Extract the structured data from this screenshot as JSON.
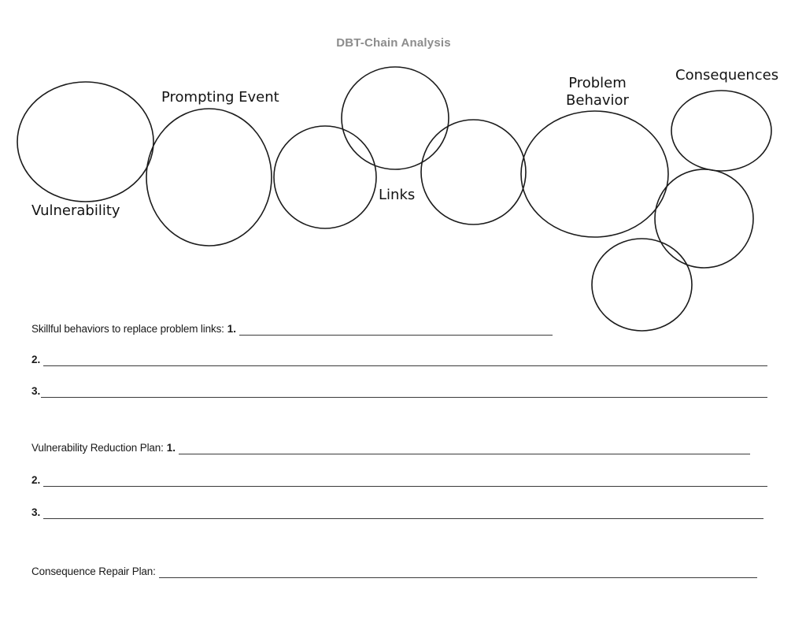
{
  "document": {
    "title": "DBT-Chain Analysis",
    "title_color": "#8c8c8c",
    "background_color": "#ffffff",
    "ink_color": "#131313"
  },
  "diagram": {
    "type": "chain-of-circles",
    "labels": [
      {
        "name": "vulnerability",
        "text": "Vulnerability"
      },
      {
        "name": "prompting-event",
        "text": "Prompting Event"
      },
      {
        "name": "links",
        "text": "Links"
      },
      {
        "name": "problem-behavior-line1",
        "text": "Problem"
      },
      {
        "name": "problem-behavior-line2",
        "text": "Behavior"
      },
      {
        "name": "consequences",
        "text": "Consequences"
      }
    ]
  },
  "form": {
    "skillful": {
      "label": "Skillful behaviors to replace problem links:",
      "items": [
        {
          "number": "1.",
          "value": ""
        },
        {
          "number": "2.",
          "value": ""
        },
        {
          "number": "3.",
          "value": ""
        }
      ]
    },
    "vulnerability_plan": {
      "label": "Vulnerability Reduction Plan:",
      "items": [
        {
          "number": "1.",
          "value": ""
        },
        {
          "number": "2.",
          "value": ""
        },
        {
          "number": "3.",
          "value": ""
        }
      ]
    },
    "consequence_repair": {
      "label": "Consequence Repair Plan:",
      "value": ""
    }
  }
}
